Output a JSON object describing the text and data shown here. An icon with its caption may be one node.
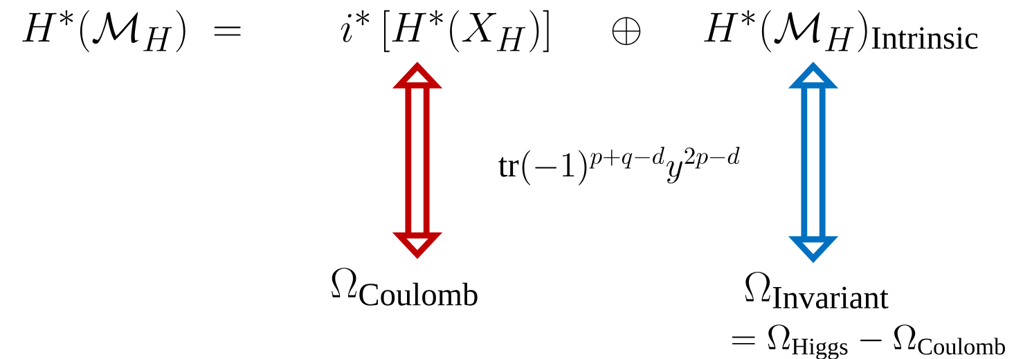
{
  "diagram": {
    "nodes": [
      {
        "text": [
          "i^*\\left[H^*(X_H)\\right]"
        ]
      },
      {
        "text": [
          "H^*(\\mathcal{M}_H)_{\\mathrm{Intrinsic}}"
        ]
      },
      {
        "text": [
          "\\Omega_{\\mathrm{Coulomb}}"
        ]
      },
      {
        "text": [
          "\\Omega_{\\mathrm{Invariant}}"
        ],
        "beside": [
          "= \\Omega_{\\mathrm{Higgs}} - \\Omega_{\\mathrm{Coulomb}}"
        ]
      }
    ],
    "edges": [
      {
        "from": 0,
        "to": 2,
        "arrow": "both",
        "color": "#c00000"
      },
      {
        "from": 1,
        "to": 3,
        "arrow": "both",
        "color": "#0070c0"
      }
    ],
    "labels": [
      "H^*(\\mathcal{M}_H) \\;=",
      "\\oplus",
      "\\mathrm{tr}(-1)^{p+q-d} y^{2p-d}"
    ]
  }
}
